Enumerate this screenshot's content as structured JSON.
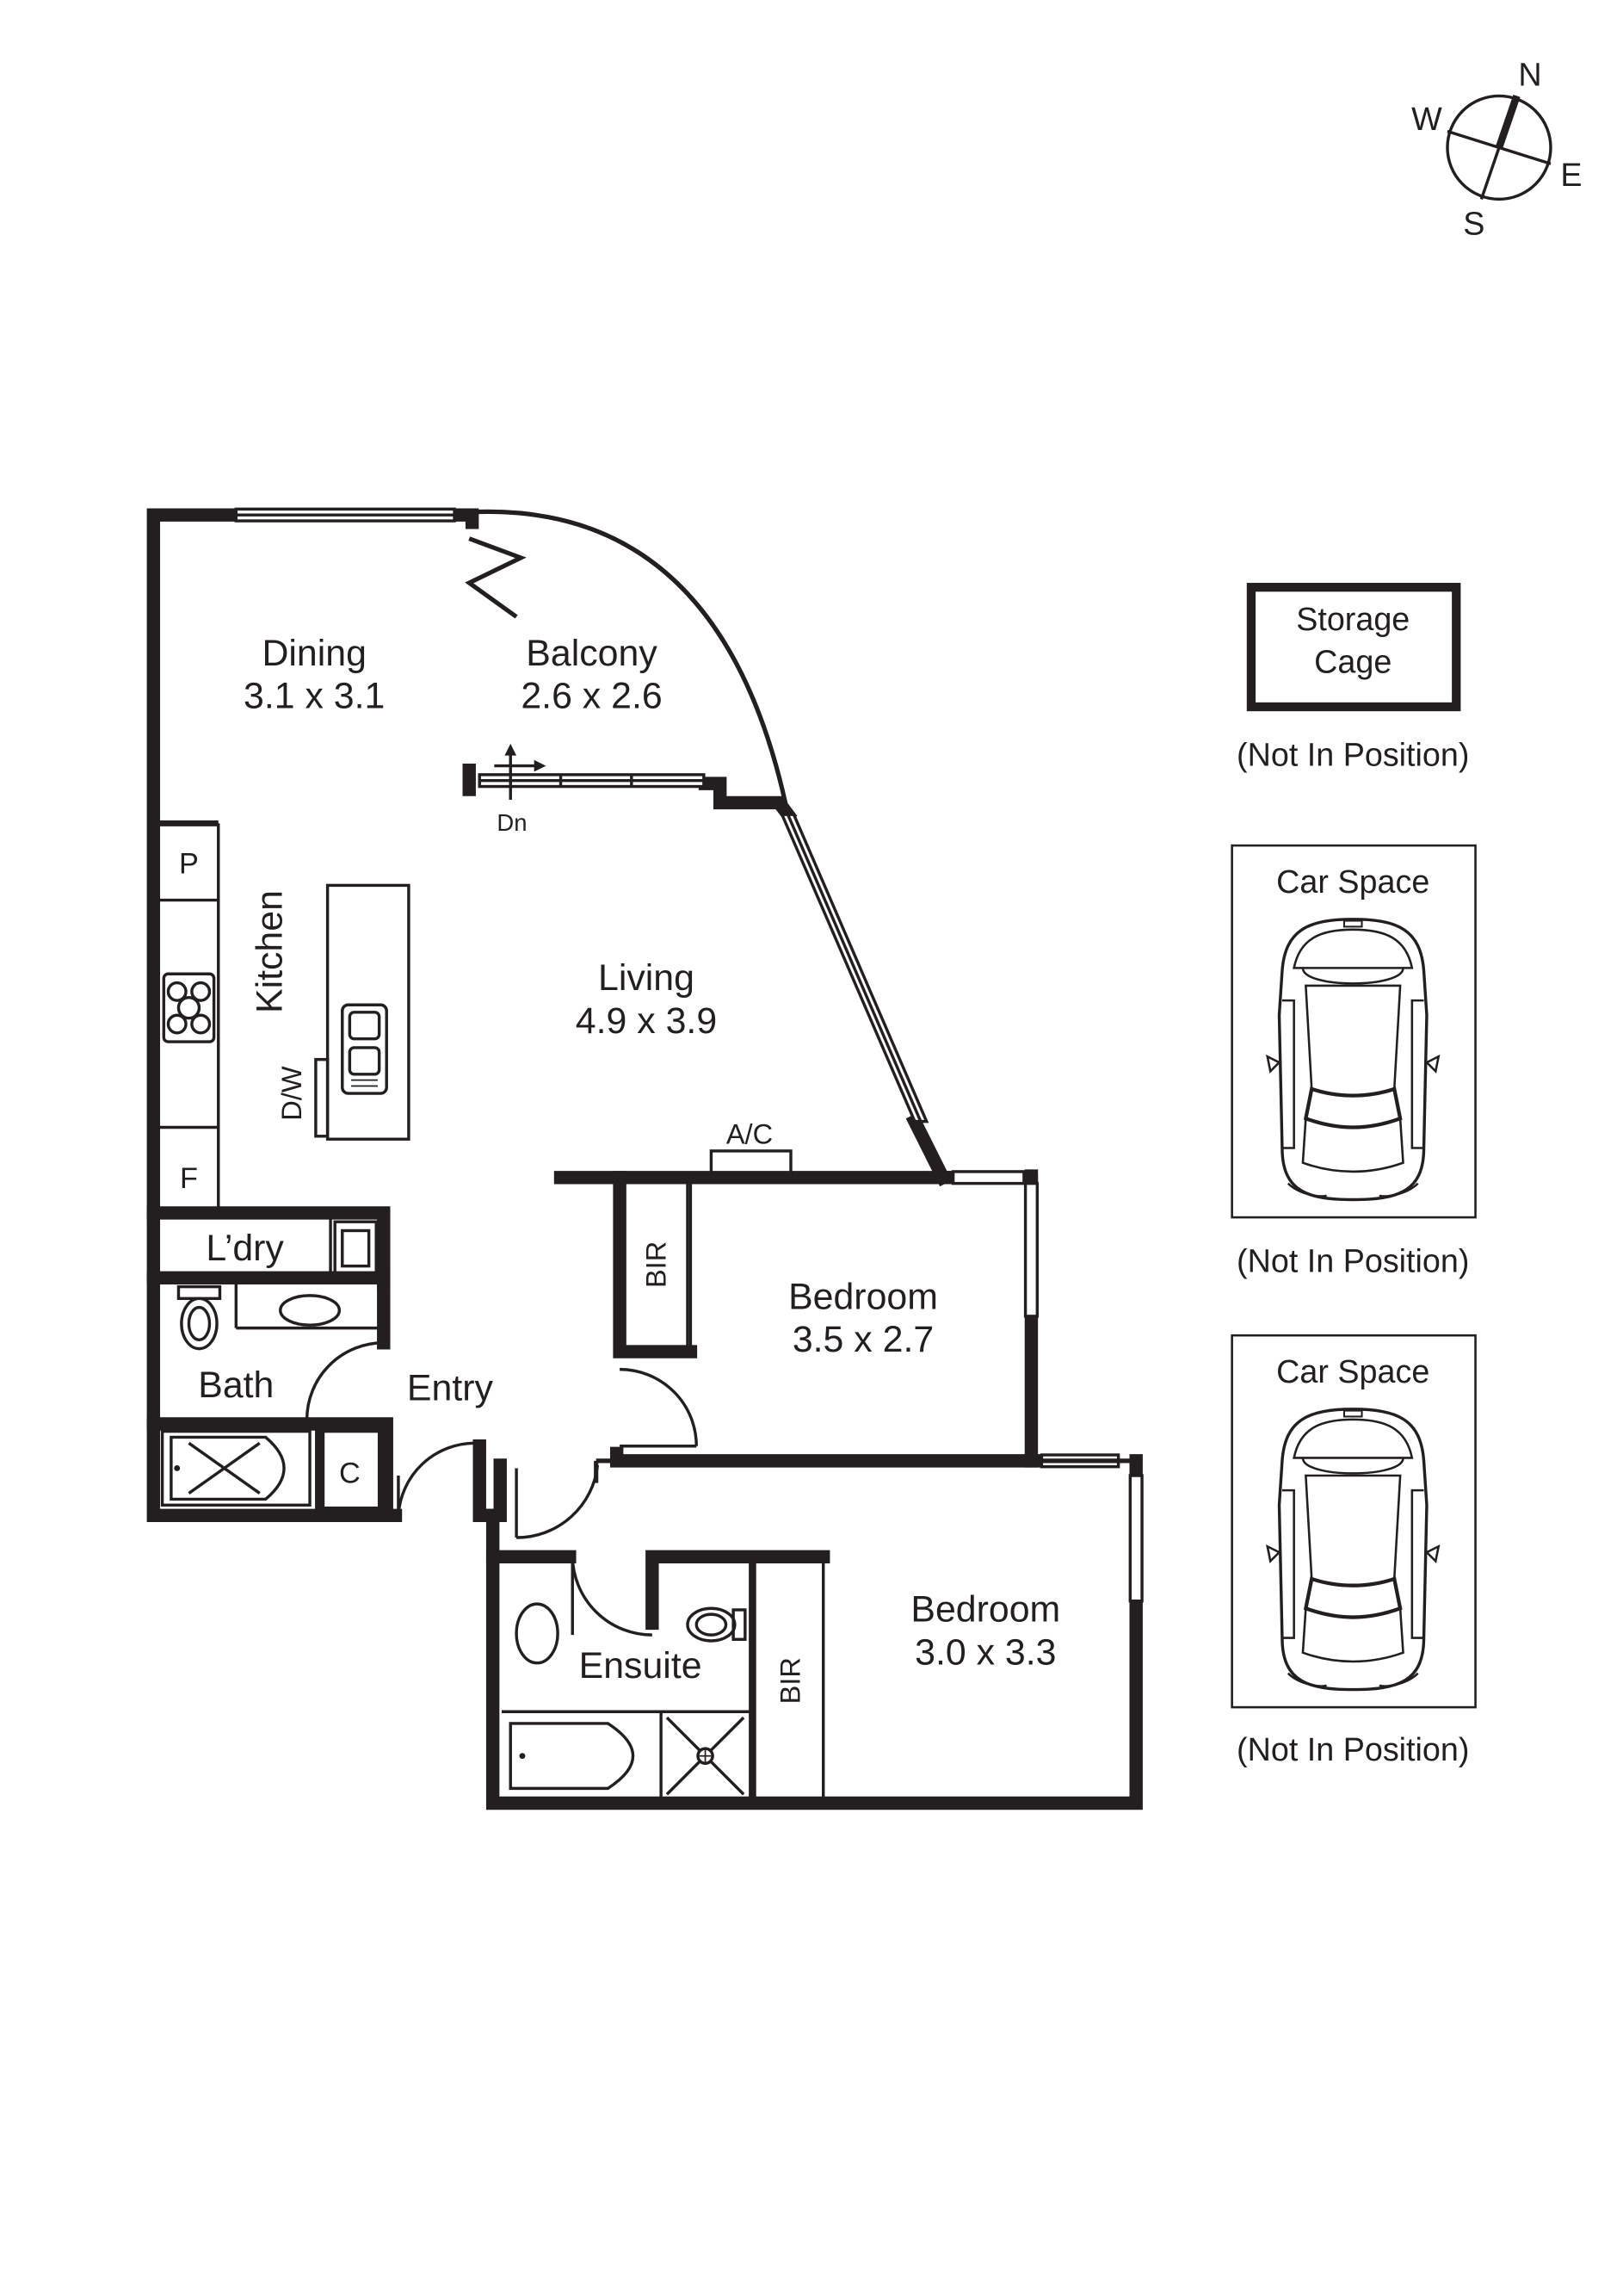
{
  "compass": {
    "n": "N",
    "w": "W",
    "e": "E",
    "s": "S"
  },
  "rooms": {
    "dining": {
      "name": "Dining",
      "size": "3.1 x 3.1"
    },
    "balcony": {
      "name": "Balcony",
      "size": "2.6 x 2.6"
    },
    "living": {
      "name": "Living",
      "size": "4.9 x 3.9"
    },
    "kitchen": {
      "name": "Kitchen"
    },
    "laundry": {
      "name": "L’dry"
    },
    "bath": {
      "name": "Bath"
    },
    "entry": {
      "name": "Entry"
    },
    "bedroom1": {
      "name": "Bedroom",
      "size": "3.5 x 2.7"
    },
    "bedroom2": {
      "name": "Bedroom",
      "size": "3.0 x 3.3"
    },
    "ensuite": {
      "name": "Ensuite"
    }
  },
  "fixtures": {
    "pantry": "P",
    "fridge": "F",
    "dishwasher": "D/W",
    "aircon": "A/C",
    "bir1": "BIR",
    "bir2": "BIR",
    "cupboard": "C",
    "stairs_down": "Dn"
  },
  "extras": {
    "storage": {
      "line1": "Storage",
      "line2": "Cage",
      "note": "(Not In Position)"
    },
    "car1": {
      "label": "Car Space",
      "note": "(Not In Position)"
    },
    "car2": {
      "label": "Car Space",
      "note": "(Not In Position)"
    }
  }
}
